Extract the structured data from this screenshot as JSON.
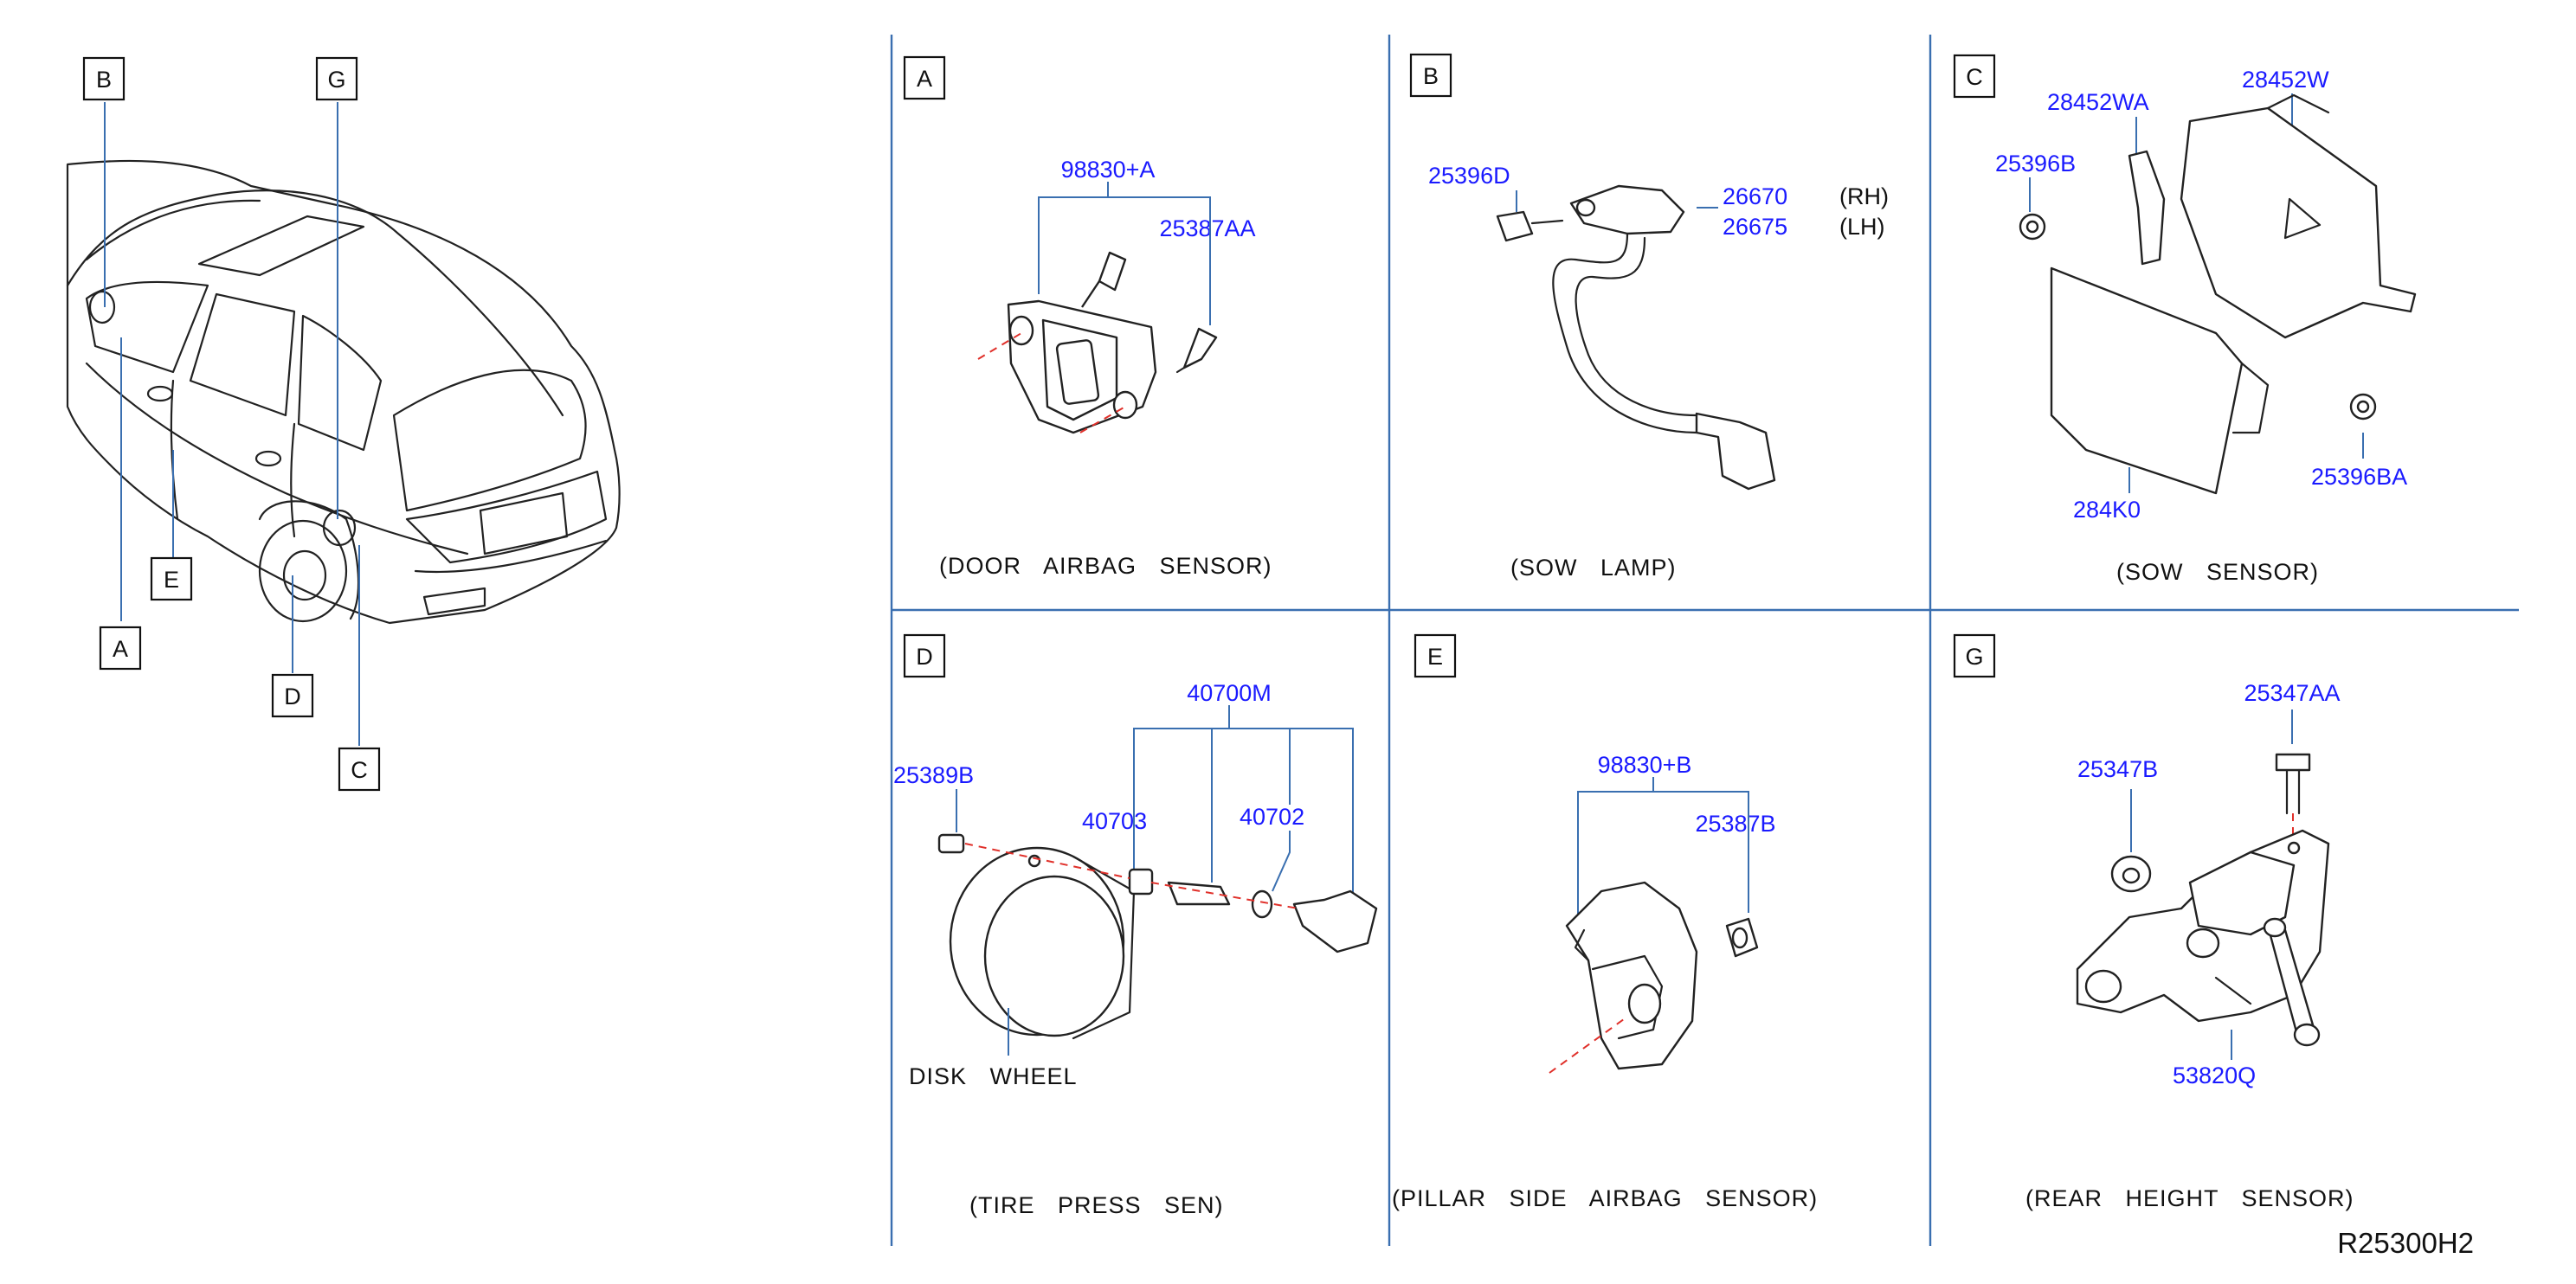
{
  "car_callouts": [
    "B",
    "G",
    "E",
    "A",
    "D",
    "C"
  ],
  "panels": {
    "A": {
      "letter": "A",
      "caption": "(DOOR   AIRBAG   SENSOR)",
      "parts": [
        "98830+A",
        "25387AA"
      ]
    },
    "B": {
      "letter": "B",
      "caption": "(SOW   LAMP)",
      "parts": [
        "25396D",
        "26670",
        "26675"
      ],
      "sides": [
        "(RH)",
        "(LH)"
      ]
    },
    "C": {
      "letter": "C",
      "caption": "(SOW   SENSOR)",
      "parts": [
        "28452WA",
        "28452W",
        "25396B",
        "284K0",
        "25396BA"
      ]
    },
    "D": {
      "letter": "D",
      "caption": "(TIRE   PRESS   SEN)",
      "parts": [
        "40700M",
        "25389B",
        "40703",
        "40702"
      ],
      "label": "DISK   WHEEL"
    },
    "E": {
      "letter": "E",
      "caption": "(PILLAR   SIDE   AIRBAG   SENSOR)",
      "parts": [
        "98830+B",
        "25387B"
      ]
    },
    "G": {
      "letter": "G",
      "caption": "(REAR   HEIGHT   SENSOR)",
      "parts": [
        "25347AA",
        "25347B",
        "53820Q"
      ]
    }
  },
  "diagram_code": "R25300H2"
}
